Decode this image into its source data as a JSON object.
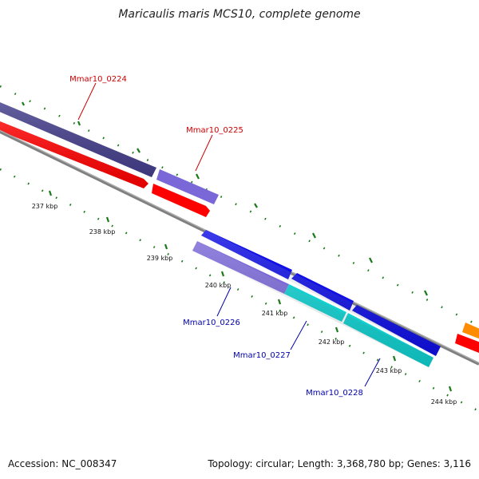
{
  "map": {
    "title": "Maricaulis maris MCS10, complete genome",
    "accession": "Accession: NC_008347",
    "stats": "Topology: circular; Length: 3,368,780 bp; Genes: 3,116"
  },
  "ticks": [
    "237 kbp",
    "238 kbp",
    "239 kbp",
    "240 kbp",
    "241 kbp",
    "242 kbp",
    "243 kbp",
    "244 kbp"
  ],
  "genes": [
    {
      "name": "Mmar10_0224",
      "strand": "forward"
    },
    {
      "name": "Mmar10_0225",
      "strand": "forward"
    },
    {
      "name": "Mmar10_0226",
      "strand": "reverse"
    },
    {
      "name": "Mmar10_0227",
      "strand": "reverse"
    },
    {
      "name": "Mmar10_0228",
      "strand": "reverse"
    }
  ],
  "colors": {
    "forward_label": "#cc0000",
    "reverse_label": "#0000aa",
    "cds_forward": "#ff0000",
    "cds_reverse": "#1010e6",
    "cog_dark_purple": "#453f8c",
    "cog_light_purple": "#7b68d8",
    "cog_cyan": "#10d0d0",
    "cog_orange": "#ff8c00",
    "backbone": "#808080",
    "tick": "#1a7a1a"
  }
}
